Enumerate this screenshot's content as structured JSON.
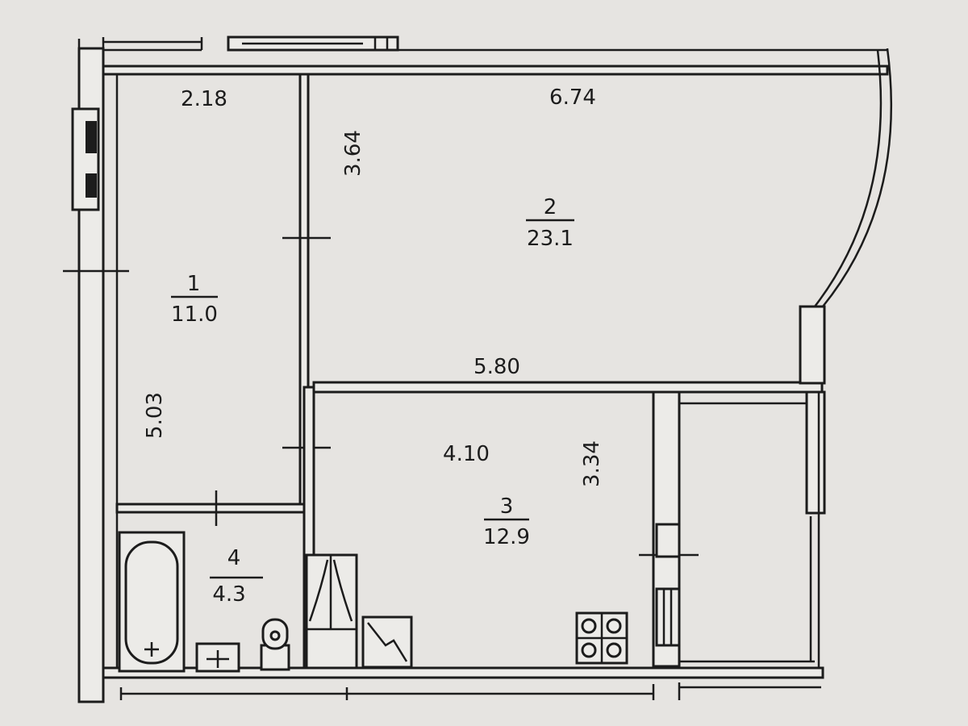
{
  "rooms": [
    {
      "number": "1",
      "area": "11.0"
    },
    {
      "number": "2",
      "area": "23.1"
    },
    {
      "number": "3",
      "area": "12.9"
    },
    {
      "number": "4",
      "area": "4.3"
    }
  ],
  "dimensions": {
    "room1_width": "2.18",
    "room1_length": "5.03",
    "room2_width": "6.74",
    "room2_depth": "3.64",
    "room2_bottom": "5.80",
    "room3_width": "4.10",
    "room3_depth": "3.34"
  }
}
